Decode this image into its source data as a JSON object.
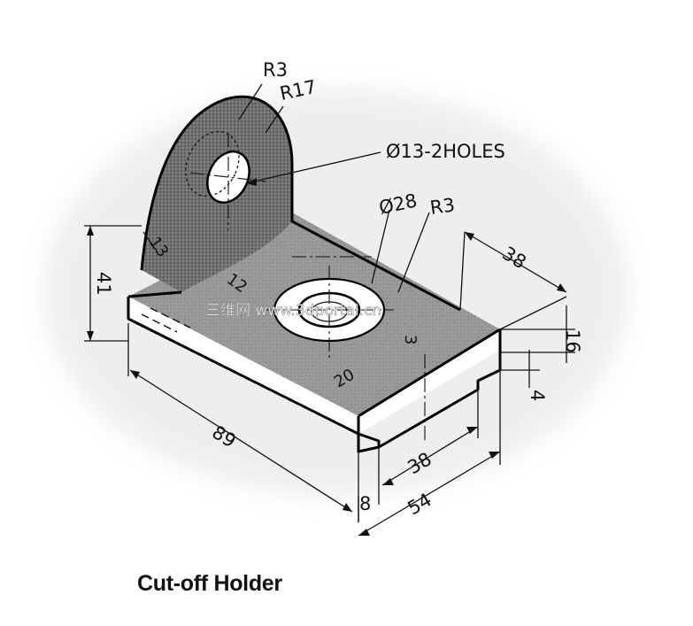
{
  "caption": "Cut-off Holder",
  "watermark": "三维网 www.3dportal.cn",
  "dimensions": {
    "r3_top": "R3",
    "r17": "R17",
    "holes": "Ø13-2HOLES",
    "dia28": "Ø28",
    "r3_slot": "R3",
    "d38_right": "38",
    "d16": "16",
    "d41": "41",
    "d13": "13",
    "d89": "89",
    "d38_bottom": "38",
    "d54": "54",
    "d8": "8",
    "d4": "4",
    "d3": "3",
    "d12": "12",
    "d20": "20"
  },
  "colors": {
    "line": "#111111",
    "shade": "#7a7a7a",
    "paper": "#ffffff"
  }
}
